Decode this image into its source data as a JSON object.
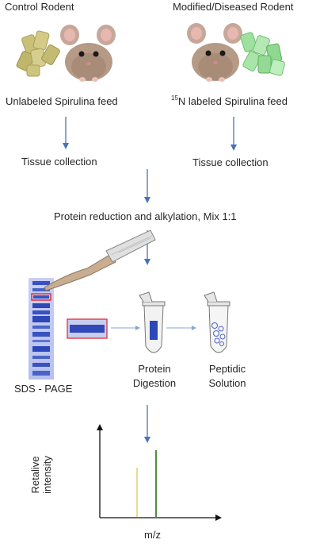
{
  "top_left": {
    "title": "Control Rodent",
    "feed_label": "Unlabeled Spirulina feed",
    "tissue_label": "Tissue collection"
  },
  "top_right": {
    "title": "Modified/Diseased Rodent",
    "feed_isotope": "15",
    "feed_label_rest": "N labeled Spirulina feed",
    "tissue_label": "Tissue collection"
  },
  "merge_step": "Protein reduction and alkylation, Mix 1:1",
  "gel_label": "SDS - PAGE",
  "digestion_label": [
    "Protein",
    "Digestion"
  ],
  "peptide_label": [
    "Peptidic",
    "Solution"
  ],
  "chart": {
    "ylabel": [
      "Retalive",
      "intensity"
    ],
    "xlabel": "m/z"
  },
  "colors": {
    "arrow": "#4a72b8",
    "light_peak": "#e6d27a",
    "heavy_peak": "#3f7f2a",
    "gel_blue": "#2c47b8",
    "feed_tan": "#c9c07a",
    "feed_green": "#8fd88f"
  }
}
